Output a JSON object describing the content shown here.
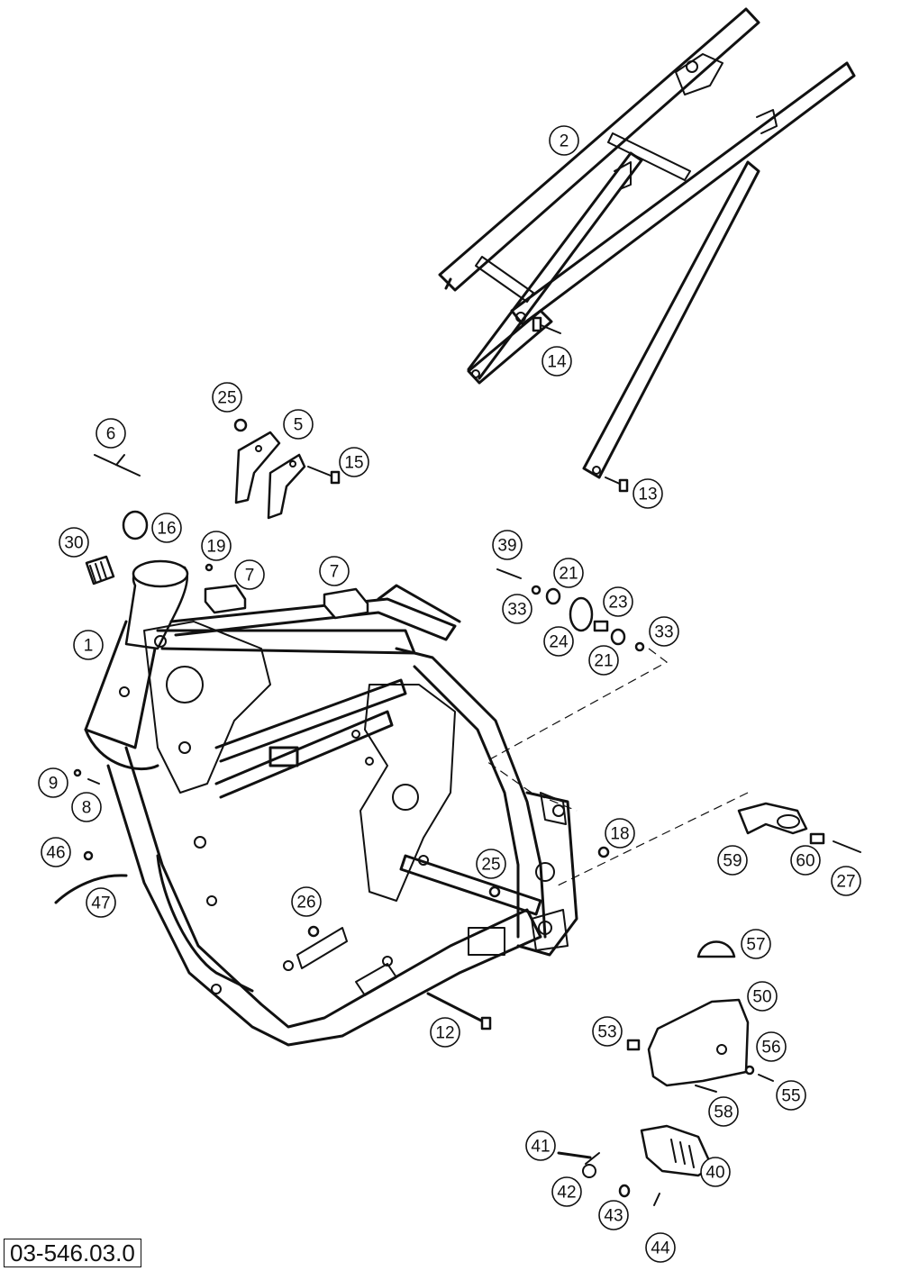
{
  "drawing_code": "03-546.03.0",
  "callouts": [
    "2",
    "14",
    "13",
    "6",
    "25",
    "5",
    "15",
    "16",
    "30",
    "19",
    "7",
    "7",
    "39",
    "21",
    "33",
    "23",
    "24",
    "33",
    "21",
    "1",
    "9",
    "8",
    "18",
    "46",
    "25",
    "59",
    "60",
    "27",
    "47",
    "26",
    "57",
    "50",
    "12",
    "53",
    "56",
    "55",
    "58",
    "41",
    "40",
    "42",
    "43",
    "44"
  ]
}
